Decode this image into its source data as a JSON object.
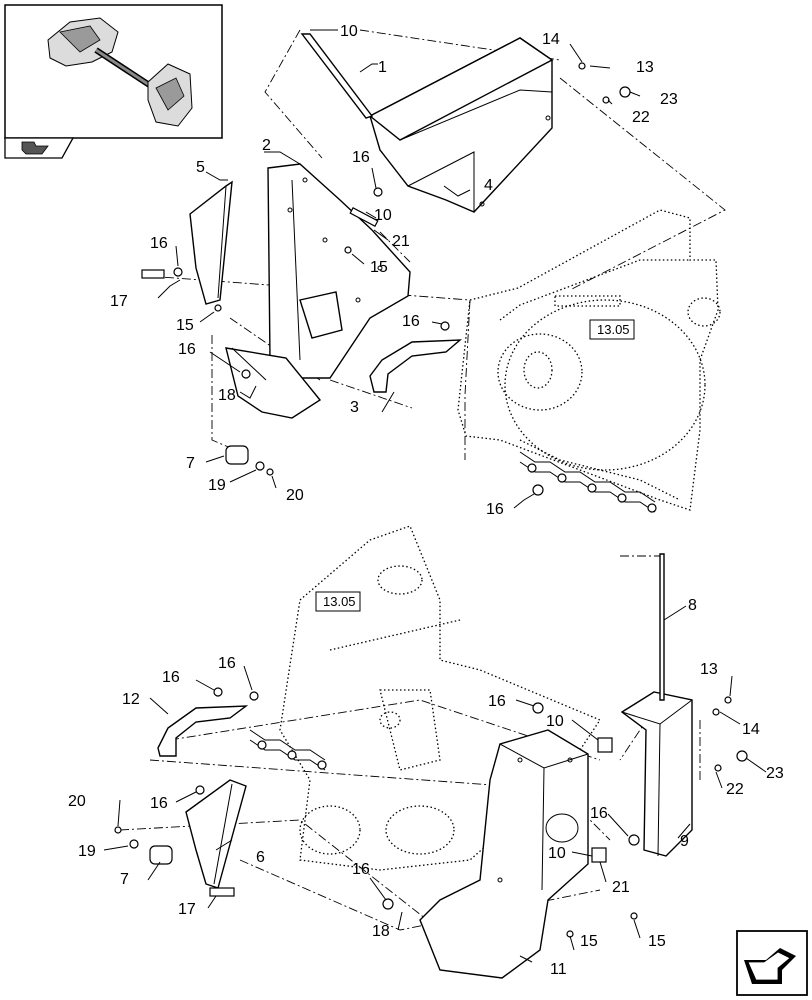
{
  "thumbnail": {
    "icon": "assembly-thumbnail-icon",
    "nav_icon": "arrow-nav-icon"
  },
  "references": {
    "upper_ref": "13.05",
    "lower_ref": "13.05"
  },
  "corner_icon": "next-page-arrow-icon",
  "callouts": {
    "c1": "1",
    "c2": "2",
    "c3": "3",
    "c4": "4",
    "c5": "5",
    "c7a": "7",
    "c19a": "19",
    "c20a": "20",
    "c10a": "10",
    "c10b": "10",
    "c10c": "10",
    "c10d": "10",
    "c13a": "13",
    "c13b": "13",
    "c14a": "14",
    "c14b": "14",
    "c15a": "15",
    "c15b": "15",
    "c15c": "15",
    "c15d": "15",
    "c16a": "16",
    "c16b": "16",
    "c16c": "16",
    "c16d": "16",
    "c16e": "16",
    "c16f": "16",
    "c16g": "16",
    "c16h": "16",
    "c16i": "16",
    "c16j": "16",
    "c16k": "16",
    "c17a": "17",
    "c17b": "17",
    "c18a": "18",
    "c18b": "18",
    "c21a": "21",
    "c21b": "21",
    "c22a": "22",
    "c22b": "22",
    "c23a": "23",
    "c23b": "23",
    "c6": "6",
    "c7b": "7",
    "c8": "8",
    "c9": "9",
    "c11": "11",
    "c12": "12",
    "c19b": "19",
    "c20b": "20"
  }
}
